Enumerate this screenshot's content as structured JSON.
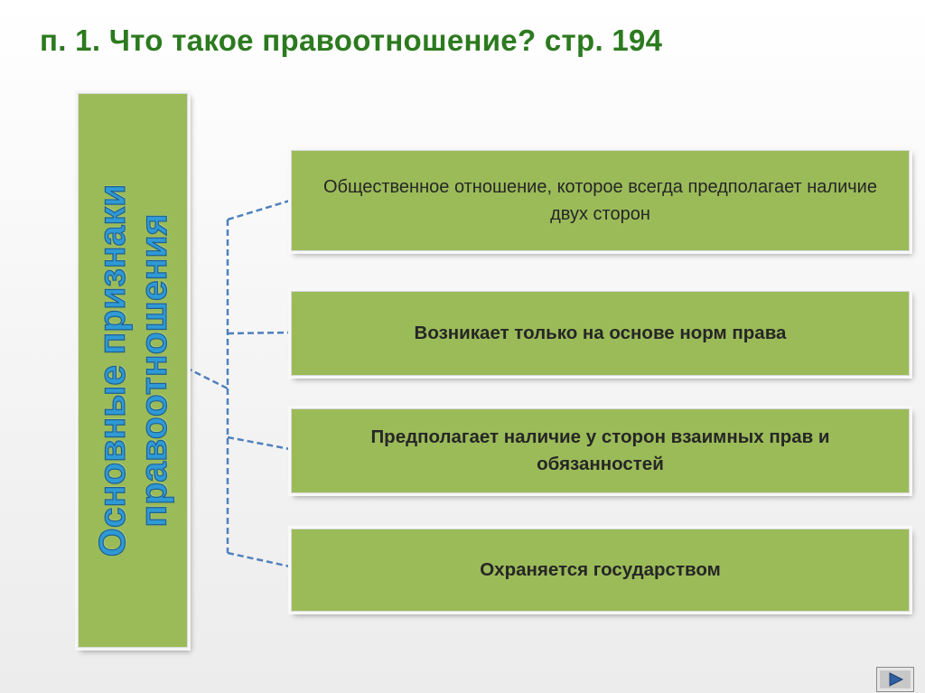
{
  "slide": {
    "title": "п. 1. Что такое правоотношение? стр. 194",
    "category_label": "Основные признаки правоотношения",
    "items": [
      {
        "text": "Общественное отношение, которое всегда предполагает наличие двух сторон"
      },
      {
        "text": "Возникает только на основе норм права"
      },
      {
        "text": "Предполагает наличие у сторон взаимных прав и обязанностей"
      },
      {
        "text": "Охраняется государством"
      }
    ]
  },
  "nav": {
    "icon": "play-next-icon"
  },
  "colors": {
    "box_fill": "#9bbb59",
    "title_green": "#2c7a1f",
    "label_blue": "#2e9ad6",
    "connector": "#4f81bd",
    "nav_arrow": "#2f5fa3"
  }
}
